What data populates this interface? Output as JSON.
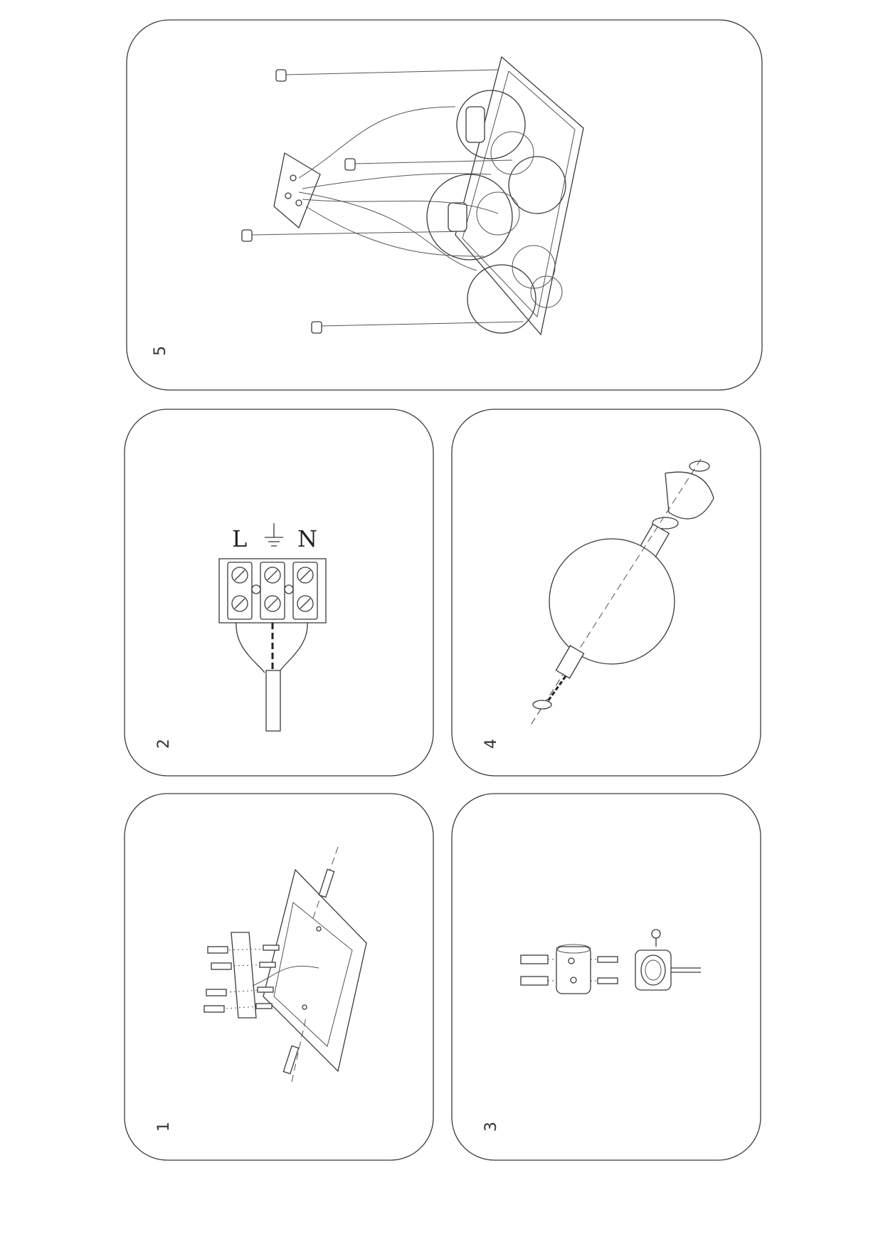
{
  "panels": [
    {
      "id": "panel-5",
      "number": "5"
    },
    {
      "id": "panel-2",
      "number": "2"
    },
    {
      "id": "panel-4",
      "number": "4"
    },
    {
      "id": "panel-1",
      "number": "1"
    },
    {
      "id": "panel-3",
      "number": "3"
    }
  ],
  "wiring": {
    "live": "L",
    "neutral": "N",
    "earth_symbol": "earth-symbol"
  }
}
